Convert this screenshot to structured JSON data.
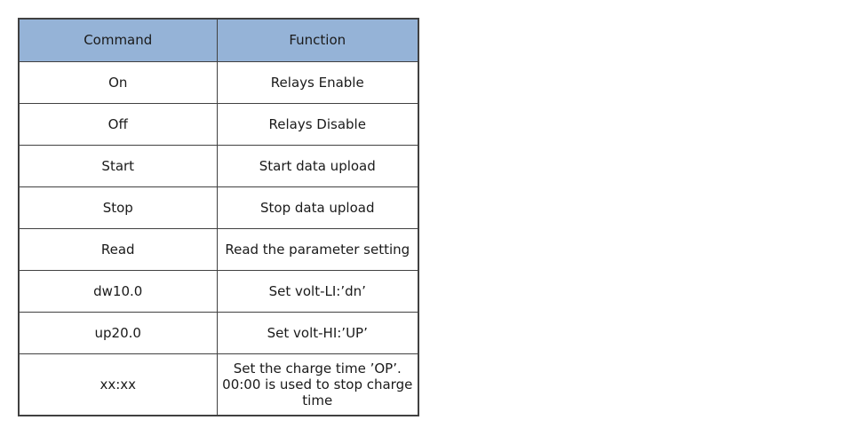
{
  "page": {
    "background": "#ffffff"
  },
  "table": {
    "headers": [
      "Command",
      "Function"
    ],
    "rows": [
      {
        "command": "On",
        "function": "Relays Enable"
      },
      {
        "command": "Off",
        "function": "Relays Disable"
      },
      {
        "command": "Start",
        "function": "Start data upload"
      },
      {
        "command": "Stop",
        "function": "Stop data upload"
      },
      {
        "command": "Read",
        "function": "Read the parameter setting"
      },
      {
        "command": "dw10.0",
        "function": "Set volt-LI:’dn’"
      },
      {
        "command": "up20.0",
        "function": "Set volt-HI:’UP’"
      },
      {
        "command": "xx:xx",
        "function": "Set the charge time ’OP’. 00:00 is used to stop charge time"
      }
    ],
    "colors": {
      "header_bg": "#95b3d7",
      "border": "#414141",
      "text": "#1a1a1a"
    }
  }
}
